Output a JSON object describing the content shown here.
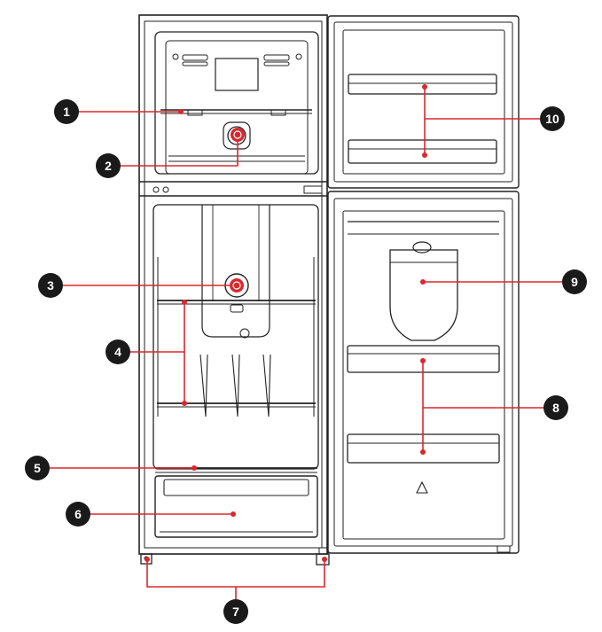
{
  "diagram": {
    "subject": "top-freezer refrigerator, front view with both doors open",
    "colors": {
      "outline": "#222222",
      "leader": "#d8282f",
      "badge": "#1a1a1a",
      "badge_text": "#ffffff",
      "background": "#ffffff"
    },
    "callouts": [
      {
        "id": "c1",
        "number": "1"
      },
      {
        "id": "c2",
        "number": "2"
      },
      {
        "id": "c3",
        "number": "3"
      },
      {
        "id": "c4",
        "number": "4"
      },
      {
        "id": "c5",
        "number": "5"
      },
      {
        "id": "c6",
        "number": "6"
      },
      {
        "id": "c7",
        "number": "7"
      },
      {
        "id": "c8",
        "number": "8"
      },
      {
        "id": "c9",
        "number": "9"
      },
      {
        "id": "c10",
        "number": "10"
      }
    ]
  }
}
